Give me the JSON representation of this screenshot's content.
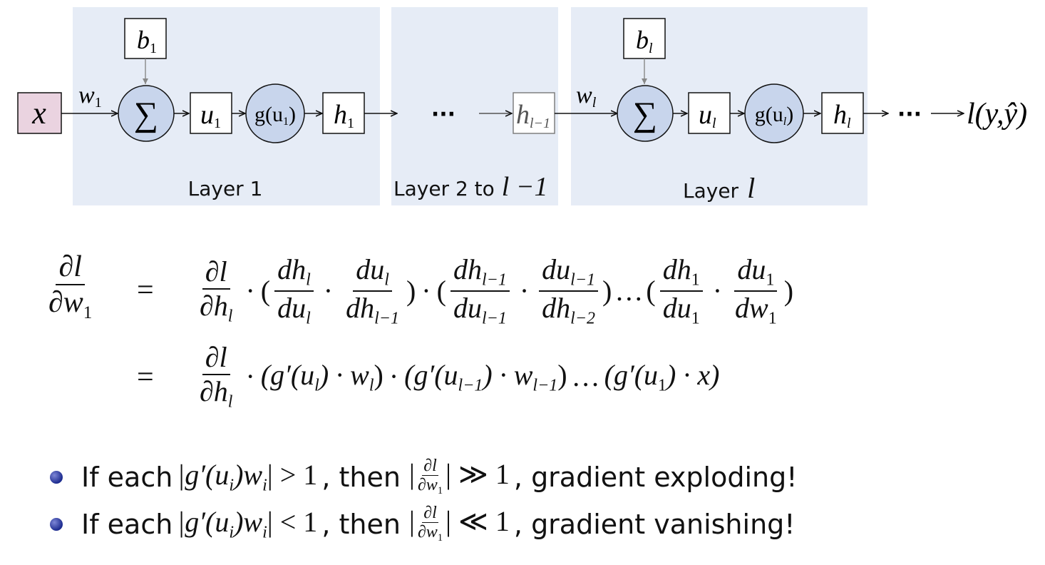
{
  "diagram": {
    "x_label": "x",
    "w1_label": "w",
    "w1_sub": "1",
    "b1_label": "b",
    "b1_sub": "1",
    "sum_symbol": "∑",
    "u1_label": "u",
    "u1_sub": "1",
    "g1_label": "g(u",
    "g1_sub": "1",
    "g1_close": ")",
    "h1_label": "h",
    "h1_sub": "1",
    "middle_dots": "···",
    "hl1_label": "h",
    "hl1_sub": "l−1",
    "wl_label": "w",
    "wl_sub": "l",
    "bl_label": "b",
    "bl_sub": "l",
    "ul_label": "u",
    "ul_sub": "l",
    "gl_label": "g(u",
    "gl_sub": "l",
    "gl_close": ")",
    "hl_label": "h",
    "hl_sub": "l",
    "tail_dots": "···",
    "loss_label": "l(y,ŷ)",
    "layer1_label": "Layer 1",
    "layer_mid_label": "Layer 2 to",
    "layer_mid_math": "l −1",
    "layer_l_label": "Layer",
    "layer_l_math": "l",
    "colors": {
      "panel": "#e6ecf6",
      "node": "#c8d5ec",
      "input": "#ead3e0",
      "stroke": "#111111"
    }
  },
  "equations": {
    "lhs_num": "∂l",
    "lhs_den": "∂w",
    "lhs_den_sub": "1",
    "equals": "=",
    "line1": {
      "f1_num": "∂l",
      "f1_den": "∂h",
      "f1_den_sub": "l",
      "f2_num": "dh",
      "f2_num_sub": "l",
      "f2_den": "du",
      "f2_den_sub": "l",
      "f3_num": "du",
      "f3_num_sub": "l",
      "f3_den": "dh",
      "f3_den_sub": "l−1",
      "f4_num": "dh",
      "f4_num_sub": "l−1",
      "f4_den": "du",
      "f4_den_sub": "l−1",
      "f5_num": "du",
      "f5_num_sub": "l−1",
      "f5_den": "dh",
      "f5_den_sub": "l−2",
      "ellipsis": "…",
      "f6_num": "dh",
      "f6_num_sub": "1",
      "f6_den": "du",
      "f6_den_sub": "1",
      "f7_num": "du",
      "f7_num_sub": "1",
      "f7_den": "dw",
      "f7_den_sub": "1"
    },
    "line2": {
      "f1_num": "∂l",
      "f1_den": "∂h",
      "f1_den_sub": "l",
      "term1": "(g′(u",
      "term1_sub": "l",
      "term1_mid": ") · w",
      "term1_sub2": "l",
      "term1_end": ")",
      "term2": "(g′(u",
      "term2_sub": "l−1",
      "term2_mid": ") · w",
      "term2_sub2": "l−1",
      "term2_end": ")",
      "ellipsis": "…",
      "term3": "(g′(u",
      "term3_sub": "1",
      "term3_end": ") · x)"
    }
  },
  "bullets": [
    {
      "prefix": "If each",
      "math1": "|g′(u",
      "math1_sub": "i",
      "math1_mid": ")w",
      "math1_sub2": "i",
      "math1_end": "| > 1",
      "middle": ", then",
      "frac_pre": "|",
      "frac_num": "∂l",
      "frac_den": "∂w",
      "frac_den_sub": "1",
      "frac_post": "| ≫ 1",
      "suffix": ", gradient exploding!"
    },
    {
      "prefix": "If each",
      "math1": "|g′(u",
      "math1_sub": "i",
      "math1_mid": ")w",
      "math1_sub2": "i",
      "math1_end": "| < 1",
      "middle": ", then",
      "frac_pre": "|",
      "frac_num": "∂l",
      "frac_den": "∂w",
      "frac_den_sub": "1",
      "frac_post": "| ≪ 1",
      "suffix": ", gradient vanishing!"
    }
  ]
}
